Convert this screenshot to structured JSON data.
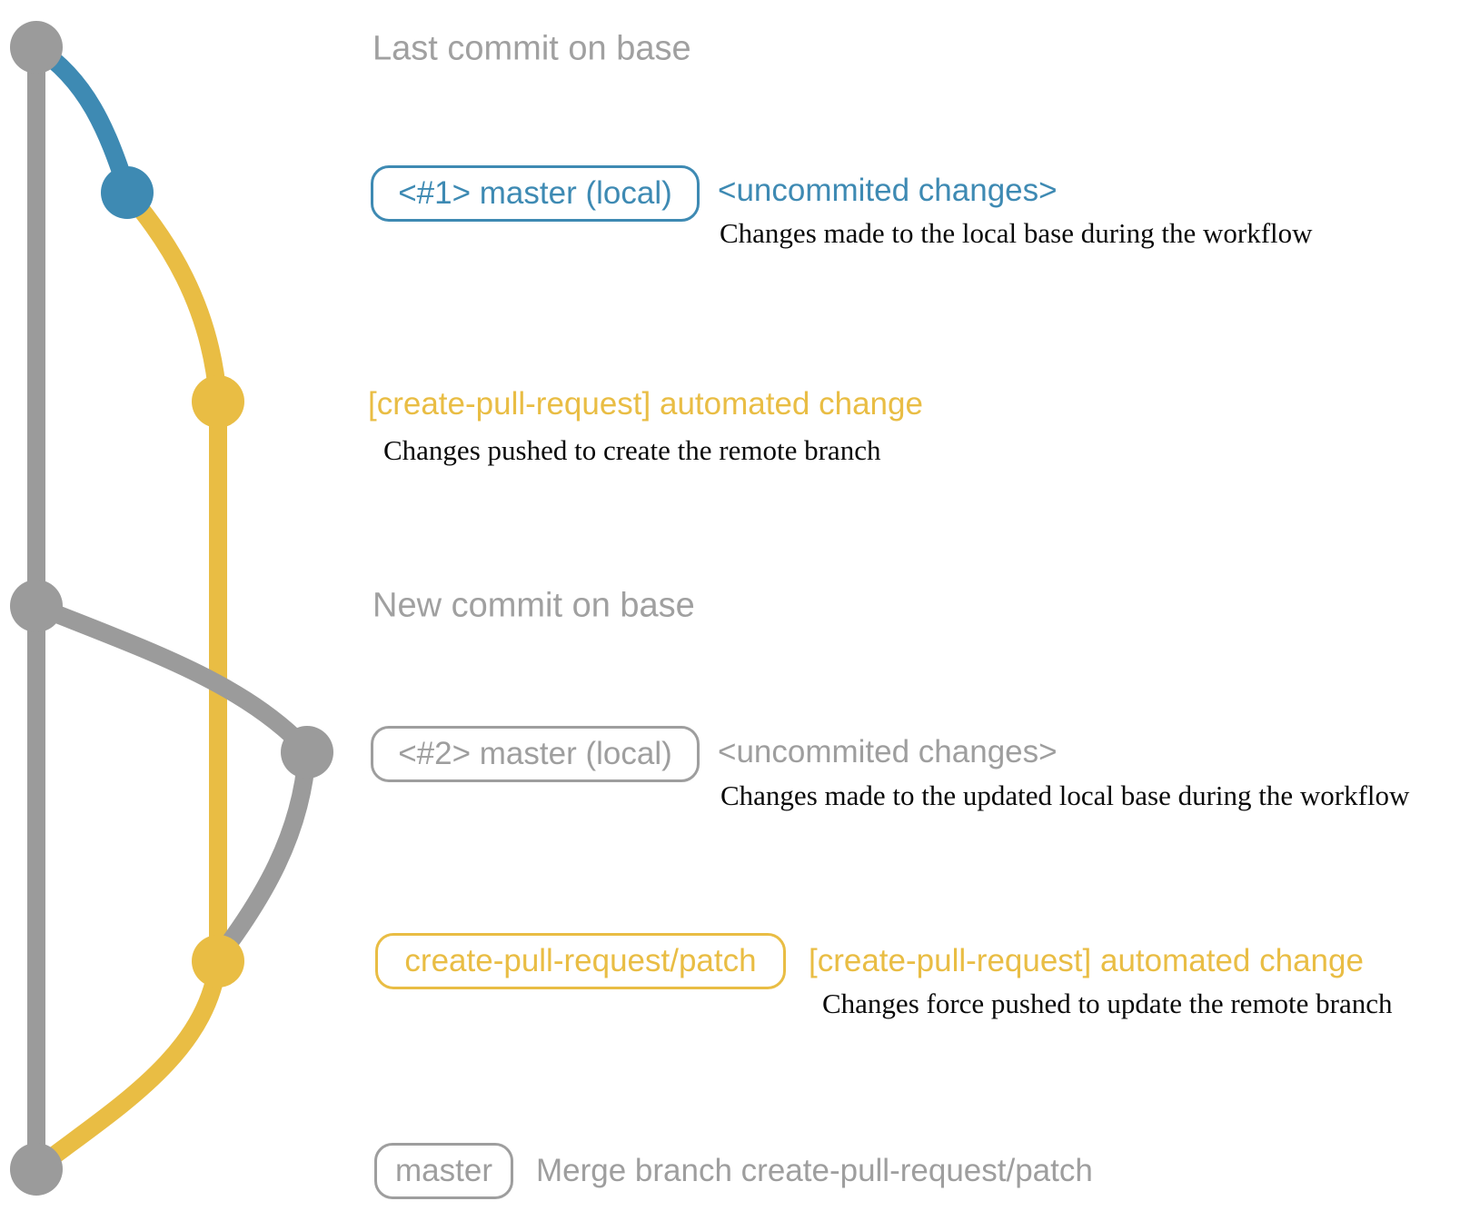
{
  "colors": {
    "base_branch_gray": "#9b9b9b",
    "local_branch_blue": "#3e8ab3",
    "remote_branch_yellow": "#e9bd44",
    "description_black": "#0a0a0a",
    "muted_text_gray": "#a0a0a0"
  },
  "rows": {
    "last_commit": {
      "label": "Last commit on base"
    },
    "row1": {
      "badge": "<#1> master (local)",
      "annotation": "<uncommited changes>",
      "description": "Changes made to the local base during the workflow"
    },
    "row2": {
      "message": "[create-pull-request] automated change",
      "description": "Changes pushed to create the remote branch"
    },
    "new_commit": {
      "label": "New commit on base"
    },
    "row4": {
      "badge": "<#2> master (local)",
      "annotation": "<uncommited changes>",
      "description": "Changes made to the updated local base during the workflow"
    },
    "row5": {
      "badge": "create-pull-request/patch",
      "message": "[create-pull-request] automated change",
      "description": "Changes force pushed to update the remote branch"
    },
    "row6": {
      "badge": "master",
      "message": "Merge branch create-pull-request/patch"
    }
  },
  "graph": {
    "branches": [
      {
        "name": "base",
        "color": "#9b9b9b"
      },
      {
        "name": "master-local",
        "color": "#3e8ab3"
      },
      {
        "name": "create-pull-request/patch",
        "color": "#e9bd44"
      }
    ],
    "commits": [
      {
        "id": "last-commit-on-base",
        "branch": "base"
      },
      {
        "id": "uncommited-changes-1",
        "branch": "master-local"
      },
      {
        "id": "automated-change-1",
        "branch": "create-pull-request/patch"
      },
      {
        "id": "new-commit-on-base",
        "branch": "base"
      },
      {
        "id": "uncommited-changes-2",
        "branch": "base"
      },
      {
        "id": "automated-change-2-force-push",
        "branch": "create-pull-request/patch"
      },
      {
        "id": "merge-commit-master",
        "branch": "base"
      }
    ]
  }
}
